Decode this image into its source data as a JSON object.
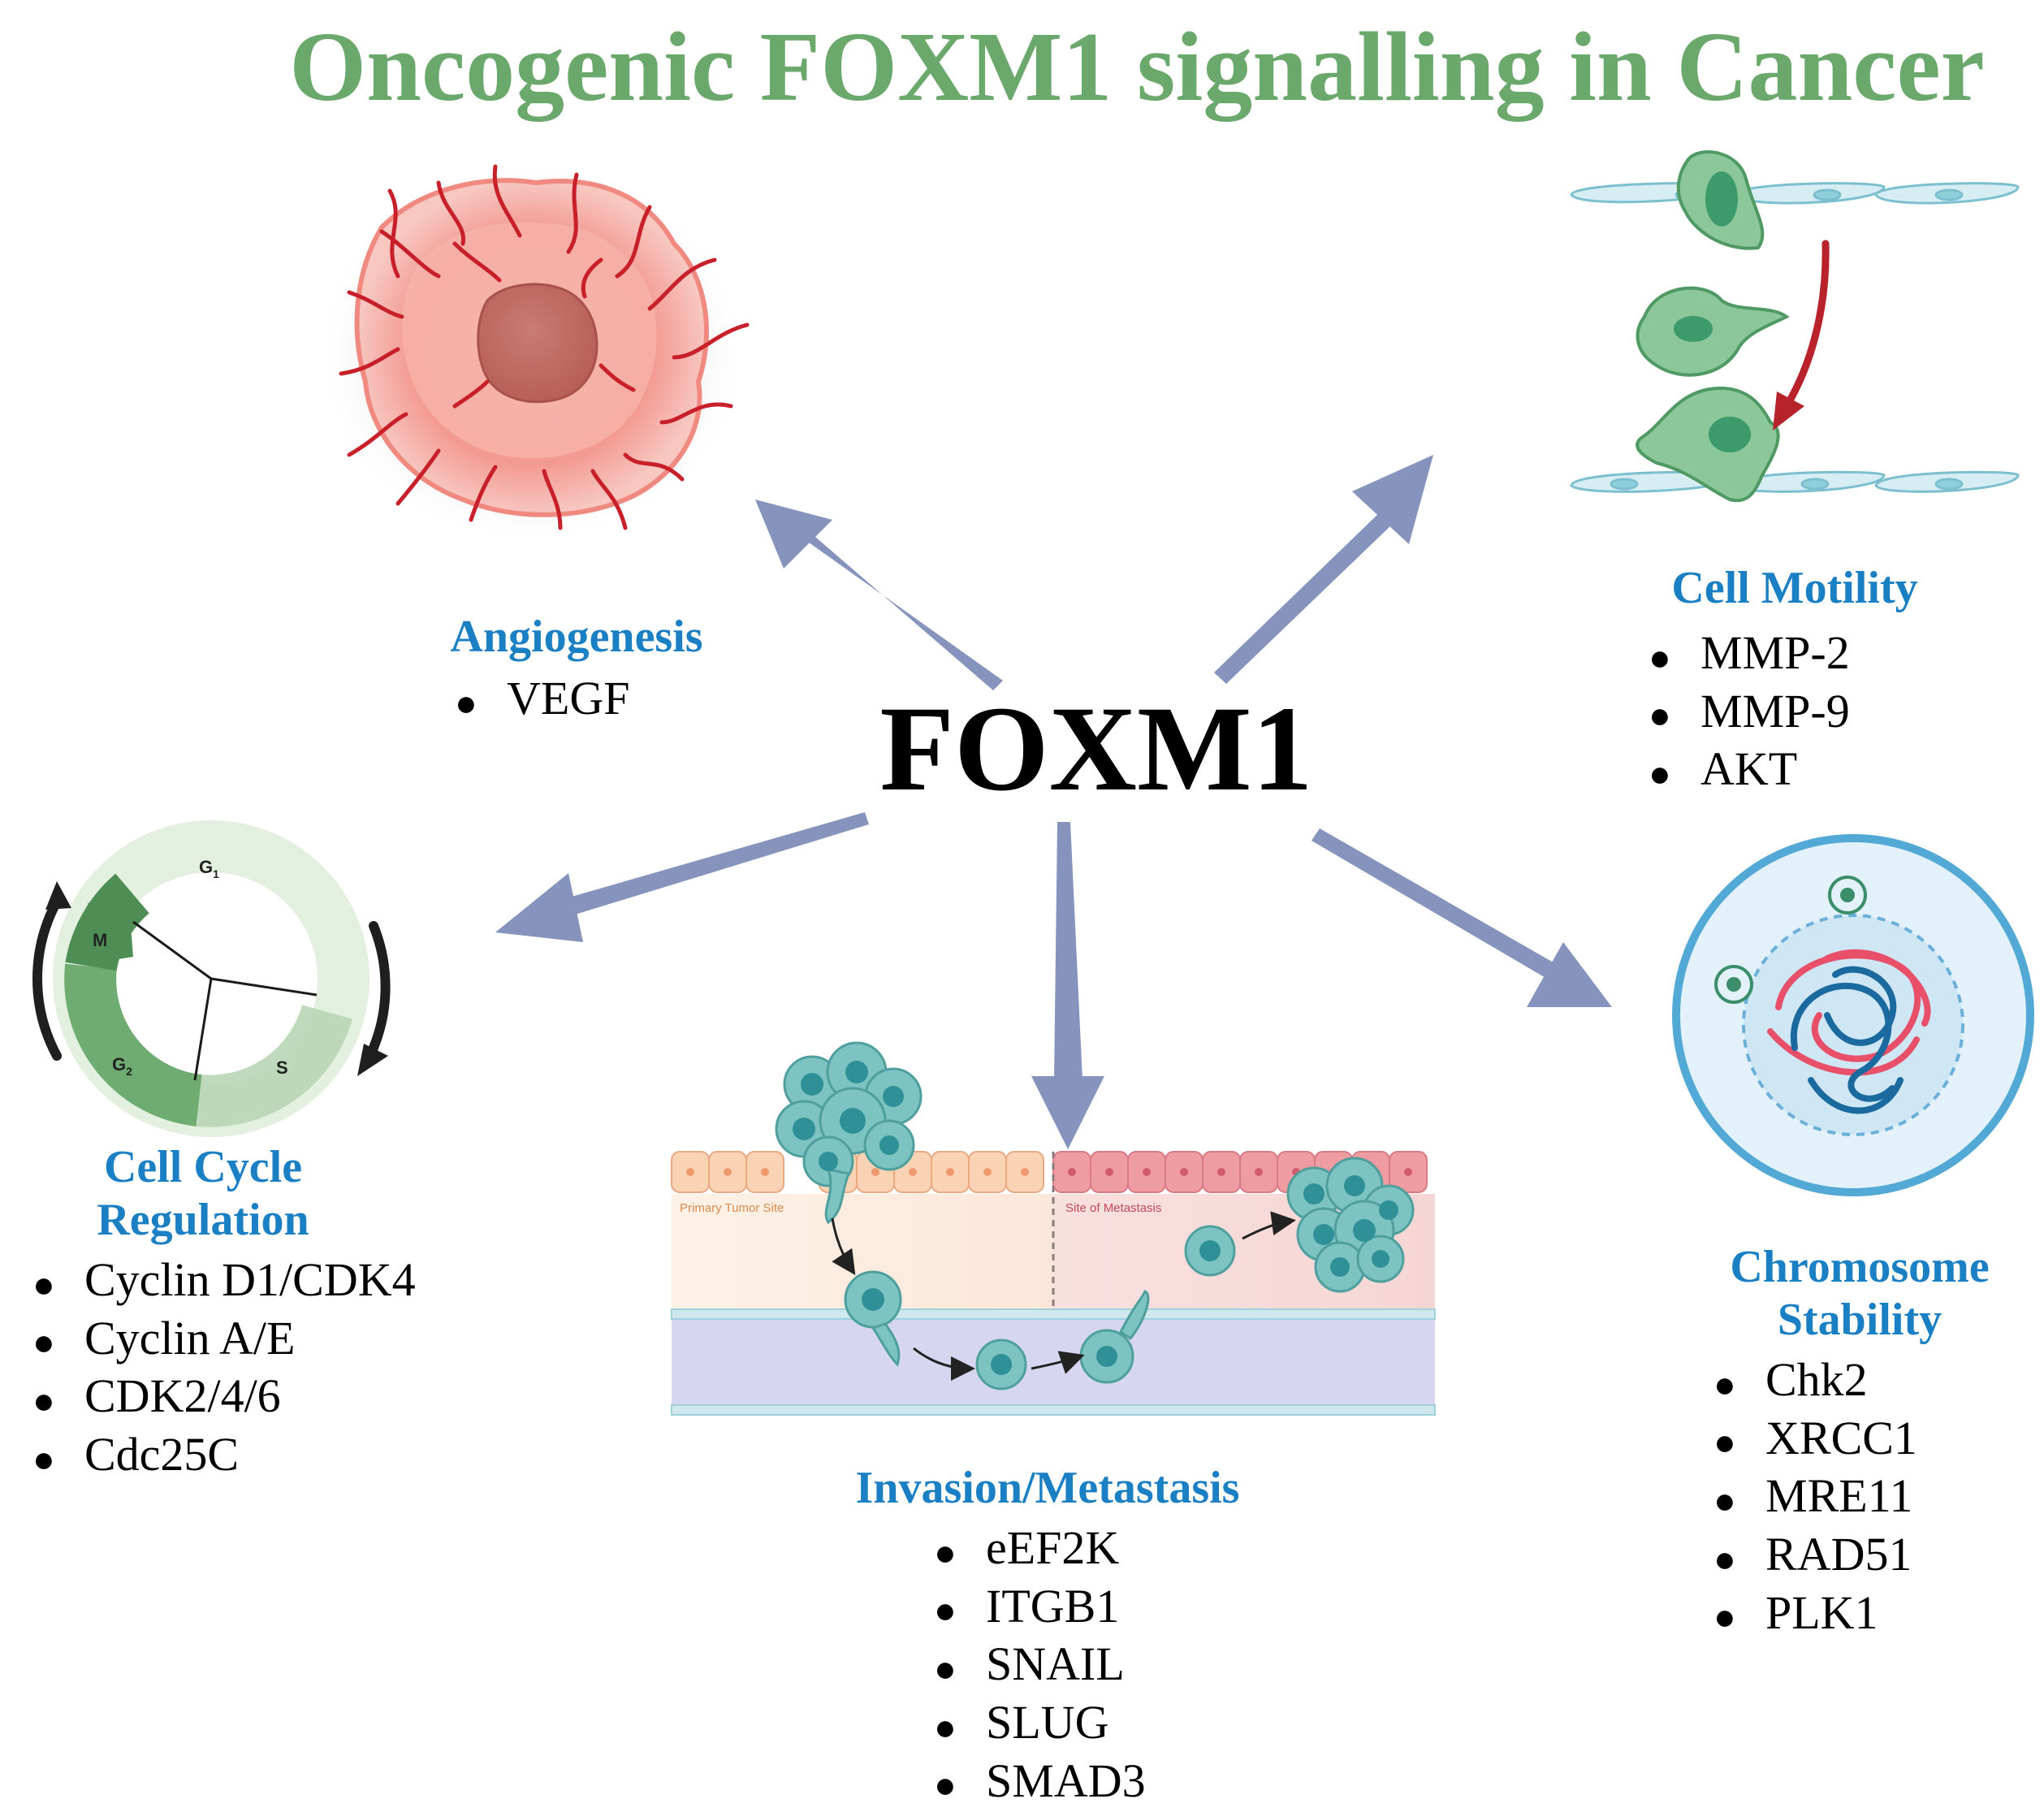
{
  "title": "Oncogenic FOXM1 signalling in Cancer",
  "hub": "FOXM1",
  "modules": {
    "angiogenesis": {
      "heading": "Angiogenesis",
      "items": [
        "VEGF"
      ]
    },
    "cell_motility": {
      "heading": "Cell Motility",
      "items": [
        "MMP-2",
        "MMP-9",
        "AKT"
      ]
    },
    "cell_cycle": {
      "heading_line1": "Cell Cycle",
      "heading_line2": "Regulation",
      "items": [
        "Cyclin D1/CDK4",
        "Cyclin A/E",
        "CDK2/4/6",
        "Cdc25C"
      ],
      "phases": {
        "g1": "G",
        "g1_sub": "1",
        "s": "S",
        "g2": "G",
        "g2_sub": "2",
        "m": "M"
      }
    },
    "invasion": {
      "heading": "Invasion/Metastasis",
      "items": [
        "eEF2K",
        "ITGB1",
        "SNAIL",
        "SLUG",
        "SMAD3"
      ],
      "primary_label": "Primary Tumor Site",
      "metastasis_label": "Site of Metastasis"
    },
    "chromosome": {
      "heading_line1": "Chromosome",
      "heading_line2": "Stability",
      "items": [
        "Chk2",
        "XRCC1",
        "MRE11",
        "RAD51",
        "PLK1"
      ]
    }
  },
  "colors": {
    "title": "#6aa86b",
    "heading": "#1b7fc4",
    "arrow": "#8593bd",
    "tumor": "#f2a29a",
    "vessel": "#c8202a",
    "motile_cell": "#8cc79a",
    "cycle_dark": "#4e8e55",
    "cycle_light": "#dfeedd",
    "invading_cell": "#5fb5b3",
    "nucleus_ring": "#52a9d6",
    "chromatin_red": "#e8506a",
    "chromatin_blue": "#1a6aa0"
  }
}
